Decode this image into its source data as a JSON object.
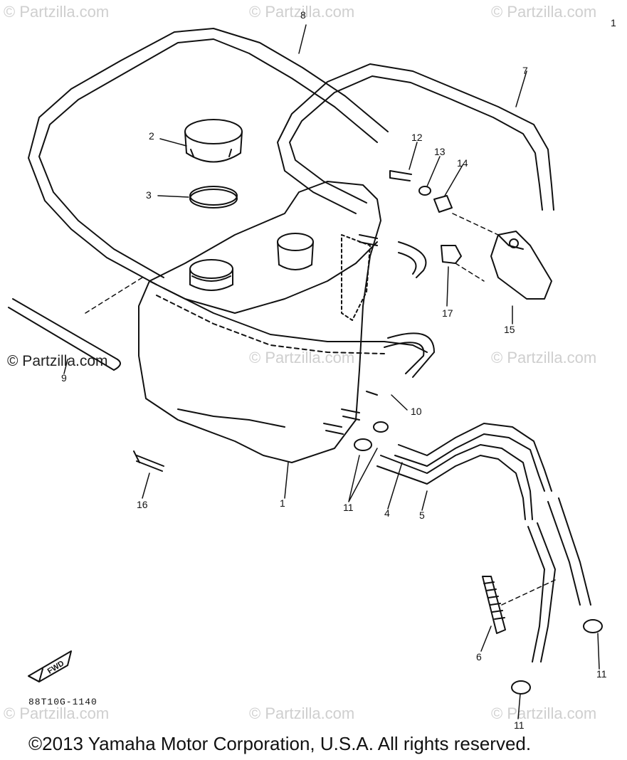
{
  "watermarks": {
    "text_small": "© Partzilla.com",
    "text_prominent": "© Partzilla.com"
  },
  "callouts": {
    "c1": "1",
    "c2": "2",
    "c3": "3",
    "c4": "4",
    "c5": "5",
    "c6": "6",
    "c7": "7",
    "c8": "8",
    "c9": "9",
    "c10": "10",
    "c11a": "11",
    "c11b": "11",
    "c11c": "11",
    "c12": "12",
    "c13": "13",
    "c14": "14",
    "c15": "15",
    "c16": "16",
    "c17": "17",
    "c1tr": "1"
  },
  "direction_label": "FWD",
  "doc_code": "88T10G-1140",
  "copyright": "©2013 Yamaha Motor Corporation, U.S.A. All rights reserved.",
  "colors": {
    "line": "#111111",
    "watermark": "#cfcfcf",
    "background": "#ffffff"
  }
}
